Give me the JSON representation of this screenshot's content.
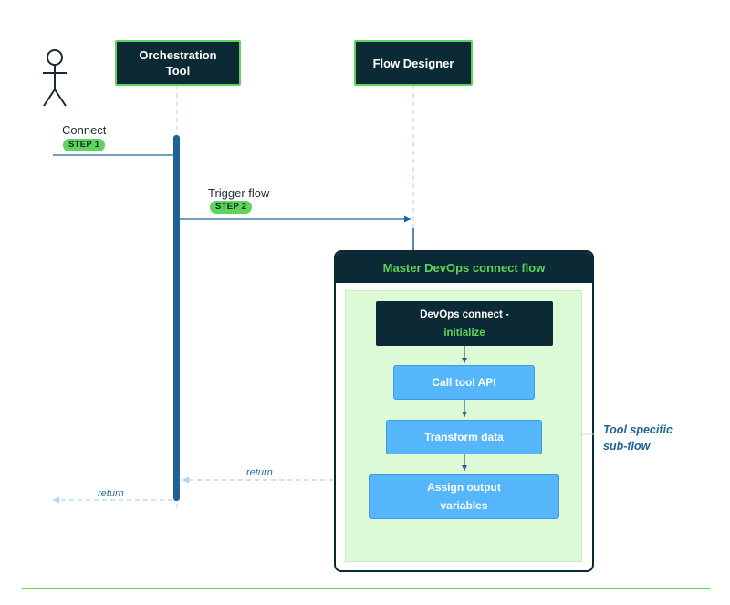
{
  "participants": {
    "orchestration_tool": "Orchestration\nTool",
    "flow_designer": "Flow Designer"
  },
  "messages": {
    "connect": {
      "label": "Connect",
      "step": "STEP 1"
    },
    "trigger_flow": {
      "label": "Trigger flow",
      "step": "STEP 2"
    },
    "return_to_tool": "return",
    "return_to_user": "return"
  },
  "master_flow": {
    "title": "Master DevOps connect flow",
    "first_step": {
      "line1": "DevOps connect -",
      "line2": "initialize"
    },
    "steps": [
      "Call tool API",
      "Transform data",
      "Assign output\nvariables"
    ]
  },
  "annotation": "Tool specific\nsub-flow",
  "colors": {
    "navy": "#0c2a36",
    "green": "#5fd35a",
    "light_green": "#dcfad6",
    "step_blue": "#55b6fb",
    "line_blue": "#1f6396",
    "dashed_blue": "#a9d6f5"
  },
  "icons": {
    "actor": "stick-figure-icon"
  }
}
